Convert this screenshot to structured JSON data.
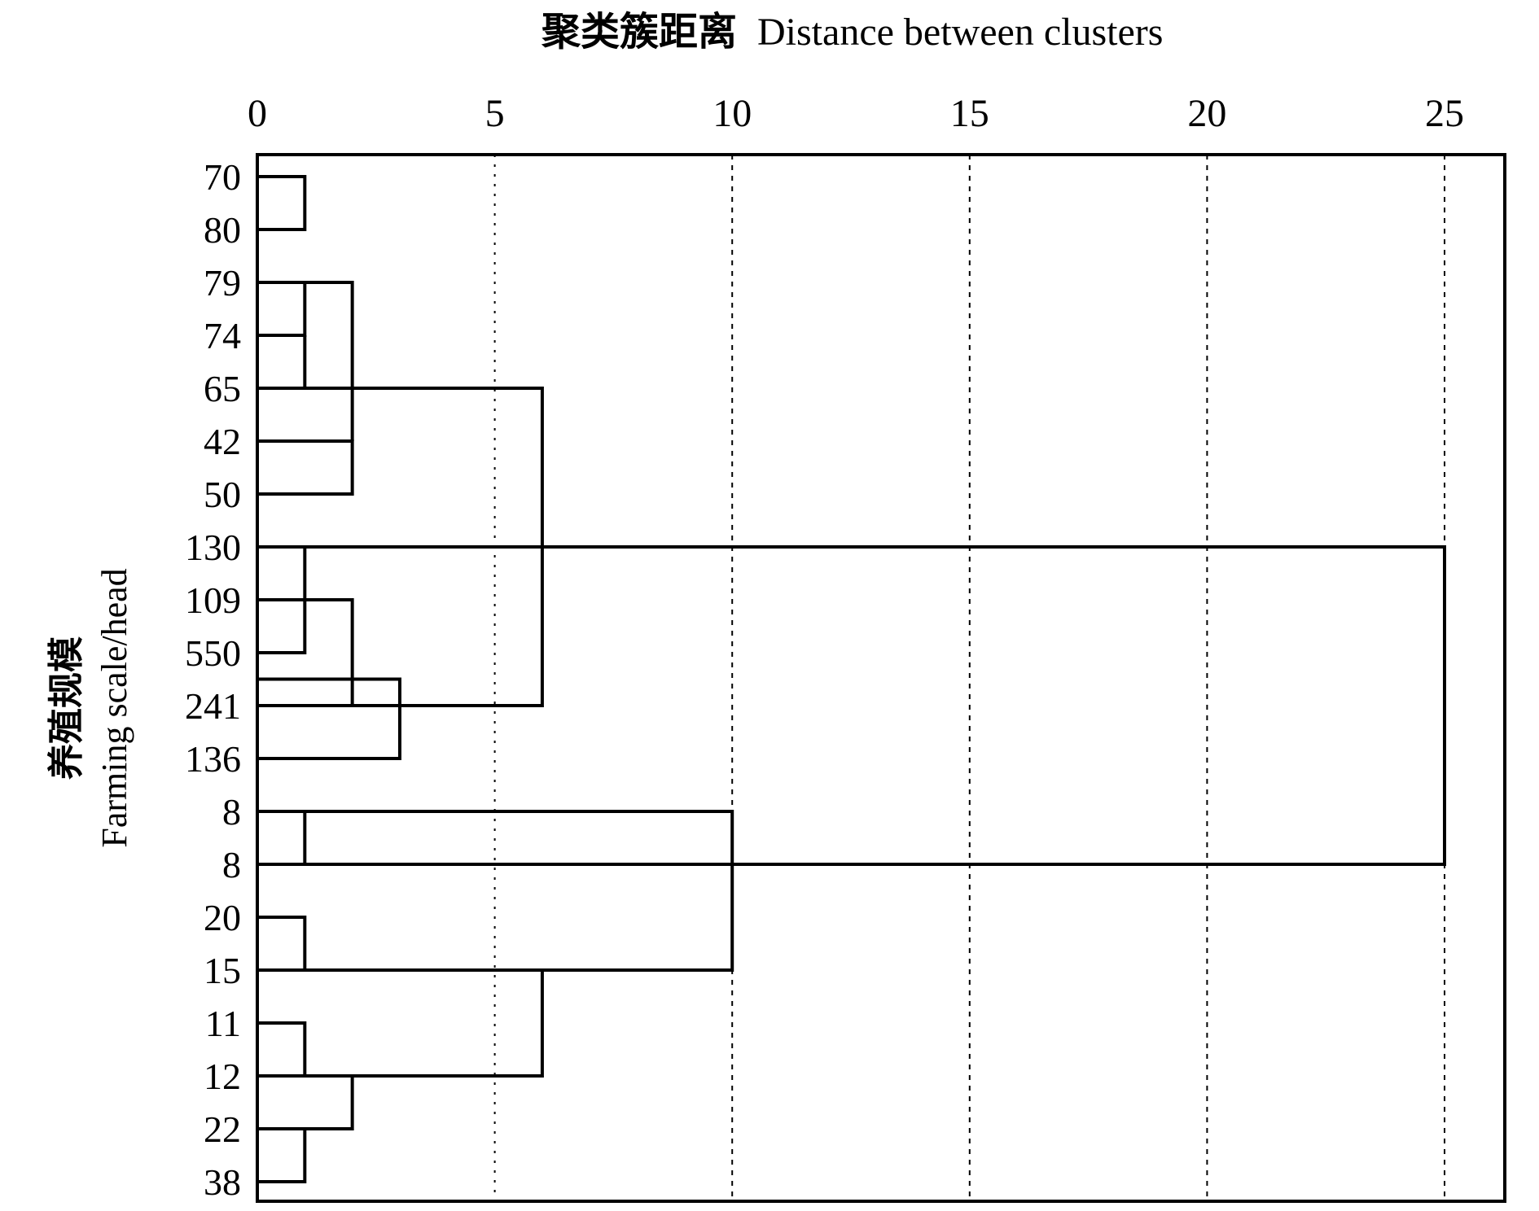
{
  "chart_data": {
    "type": "dendrogram",
    "title_cn": "聚类簇距离",
    "title_en": "Distance between clusters",
    "ylabel_cn": "养殖规模",
    "ylabel_en": "Farming scale/head",
    "xlim": [
      0,
      26.3
    ],
    "x_ticks": [
      {
        "value": 0,
        "label": "0"
      },
      {
        "value": 5,
        "label": "5"
      },
      {
        "value": 10,
        "label": "10"
      },
      {
        "value": 15,
        "label": "15"
      },
      {
        "value": 20,
        "label": "20"
      },
      {
        "value": 25,
        "label": "25"
      }
    ],
    "grid": "vertical dashed",
    "leaves": [
      "70",
      "80",
      "79",
      "74",
      "65",
      "42",
      "50",
      "130",
      "109",
      "550",
      "241",
      "136",
      "8",
      "8",
      "20",
      "15",
      "11",
      "12",
      "22",
      "38"
    ],
    "merges": [
      {
        "a": 0,
        "b": 1,
        "height": 1
      },
      {
        "a": 2,
        "b": 3,
        "height": 1
      },
      {
        "a": 3,
        "b": 4,
        "height": 1
      },
      {
        "a": 5,
        "b": 6,
        "height": 2
      },
      {
        "a": 2,
        "b": 5,
        "height": 2
      },
      {
        "a": 7,
        "b": 9,
        "height": 1
      },
      {
        "a": 8,
        "b": 10,
        "height": 2
      },
      {
        "a": 9.5,
        "b": 11,
        "height": 3
      },
      {
        "a": 4,
        "b": 10,
        "height": 6
      },
      {
        "a": 12,
        "b": 13,
        "height": 1
      },
      {
        "a": 14,
        "b": 15,
        "height": 1
      },
      {
        "a": 16,
        "b": 17,
        "height": 1
      },
      {
        "a": 18,
        "b": 19,
        "height": 1
      },
      {
        "a": 17,
        "b": 18,
        "height": 2
      },
      {
        "a": 15,
        "b": 17,
        "height": 6
      },
      {
        "a": 12,
        "b": 15,
        "height": 10
      },
      {
        "a": 7,
        "b": 13,
        "height": 25
      }
    ]
  }
}
